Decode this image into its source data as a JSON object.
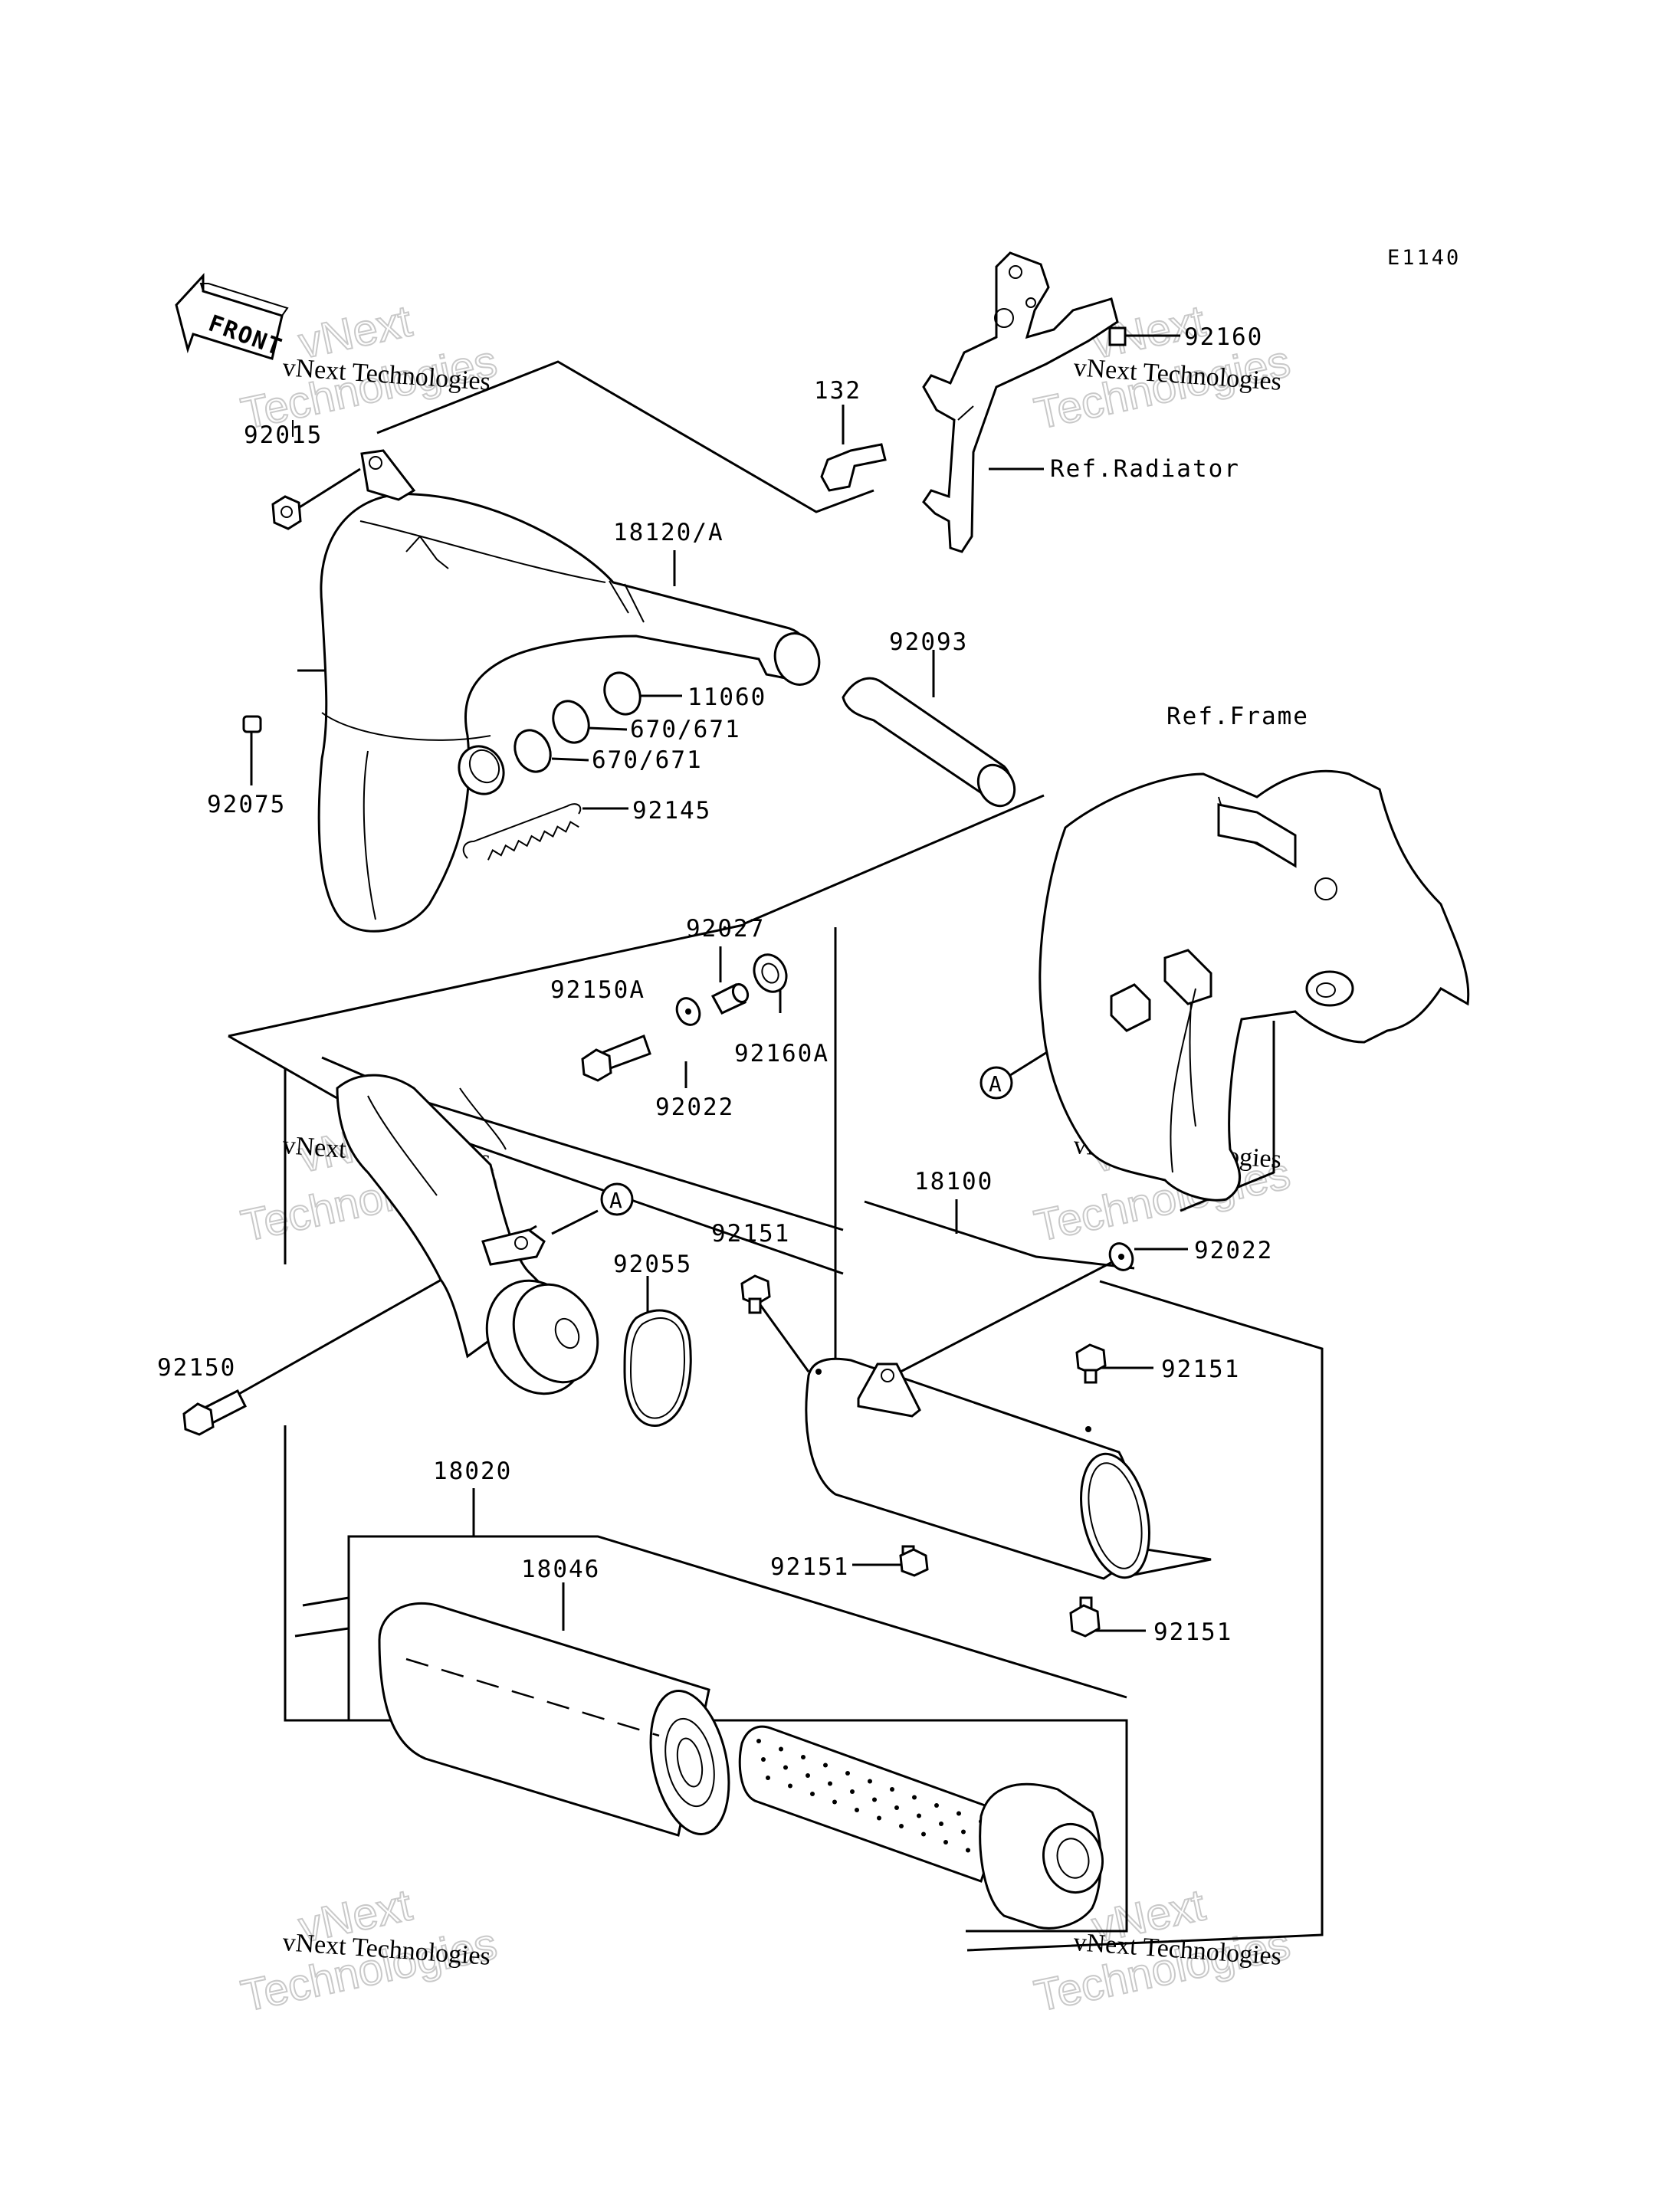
{
  "diagram_code": "E1140",
  "front_label": "FRONT",
  "watermark": {
    "brand": "vNext Technologies",
    "big_line1": "vNext",
    "big_line2": "Technologies"
  },
  "parts": {
    "p92160": "92160",
    "p132": "132",
    "ref_radiator": "Ref.Radiator",
    "p92015": "92015",
    "p18120A": "18120/A",
    "p92093": "92093",
    "p11060": "11060",
    "p670_671_a": "670/671",
    "p670_671_b": "670/671",
    "p92075": "92075",
    "p92145": "92145",
    "ref_frame": "Ref.Frame",
    "p92027": "92027",
    "p92150A": "92150A",
    "p92160A": "92160A",
    "p92022_a": "92022",
    "p18100": "18100",
    "p92151_a": "92151",
    "p92055": "92055",
    "p92022_b": "92022",
    "p92151_b": "92151",
    "p92150": "92150",
    "p18020": "18020",
    "p18046": "18046",
    "p92151_c": "92151",
    "p92151_d": "92151",
    "callout_a1": "A",
    "callout_a2": "A"
  }
}
